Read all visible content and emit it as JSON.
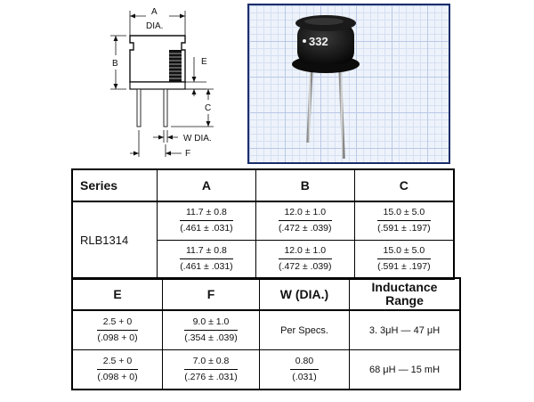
{
  "drawing": {
    "label_a": "A",
    "label_dia": "DIA.",
    "label_b": "B",
    "label_c": "C",
    "label_e": "E",
    "label_w": "W DIA.",
    "label_f": "F"
  },
  "photo": {
    "marking": "332"
  },
  "table1": {
    "headers": [
      "Series",
      "A",
      "B",
      "C"
    ],
    "series_name": "RLB1314",
    "rows": [
      [
        {
          "top": "11.7 ± 0.8",
          "bot": "(.461 ± .031)"
        },
        {
          "top": "12.0 ± 1.0",
          "bot": "(.472 ± .039)"
        },
        {
          "top": "15.0 ± 5.0",
          "bot": "(.591 ± .197)"
        }
      ],
      [
        {
          "top": "11.7 ± 0.8",
          "bot": "(.461 ± .031)"
        },
        {
          "top": "12.0 ± 1.0",
          "bot": "(.472 ± .039)"
        },
        {
          "top": "15.0 ± 5.0",
          "bot": "(.591 ± .197)"
        }
      ]
    ]
  },
  "table2": {
    "headers": [
      "E",
      "F",
      "W (DIA.)",
      "Inductance",
      "Range"
    ],
    "rows": [
      {
        "e": {
          "top": "2.5 + 0",
          "bot": "(.098 + 0)"
        },
        "f": {
          "top": "9.0 ± 1.0",
          "bot": "(.354 ± .039)"
        },
        "w": "Per Specs.",
        "range": "3. 3μH — 47 μH"
      },
      {
        "e": {
          "top": "2.5 + 0",
          "bot": "(.098 + 0)"
        },
        "f": {
          "top": "7.0 ± 0.8",
          "bot": "(.276 ± .031)"
        },
        "w": {
          "top": "0.80",
          "bot": "(.031)"
        },
        "range": "68 μH — 15 mH"
      }
    ]
  }
}
